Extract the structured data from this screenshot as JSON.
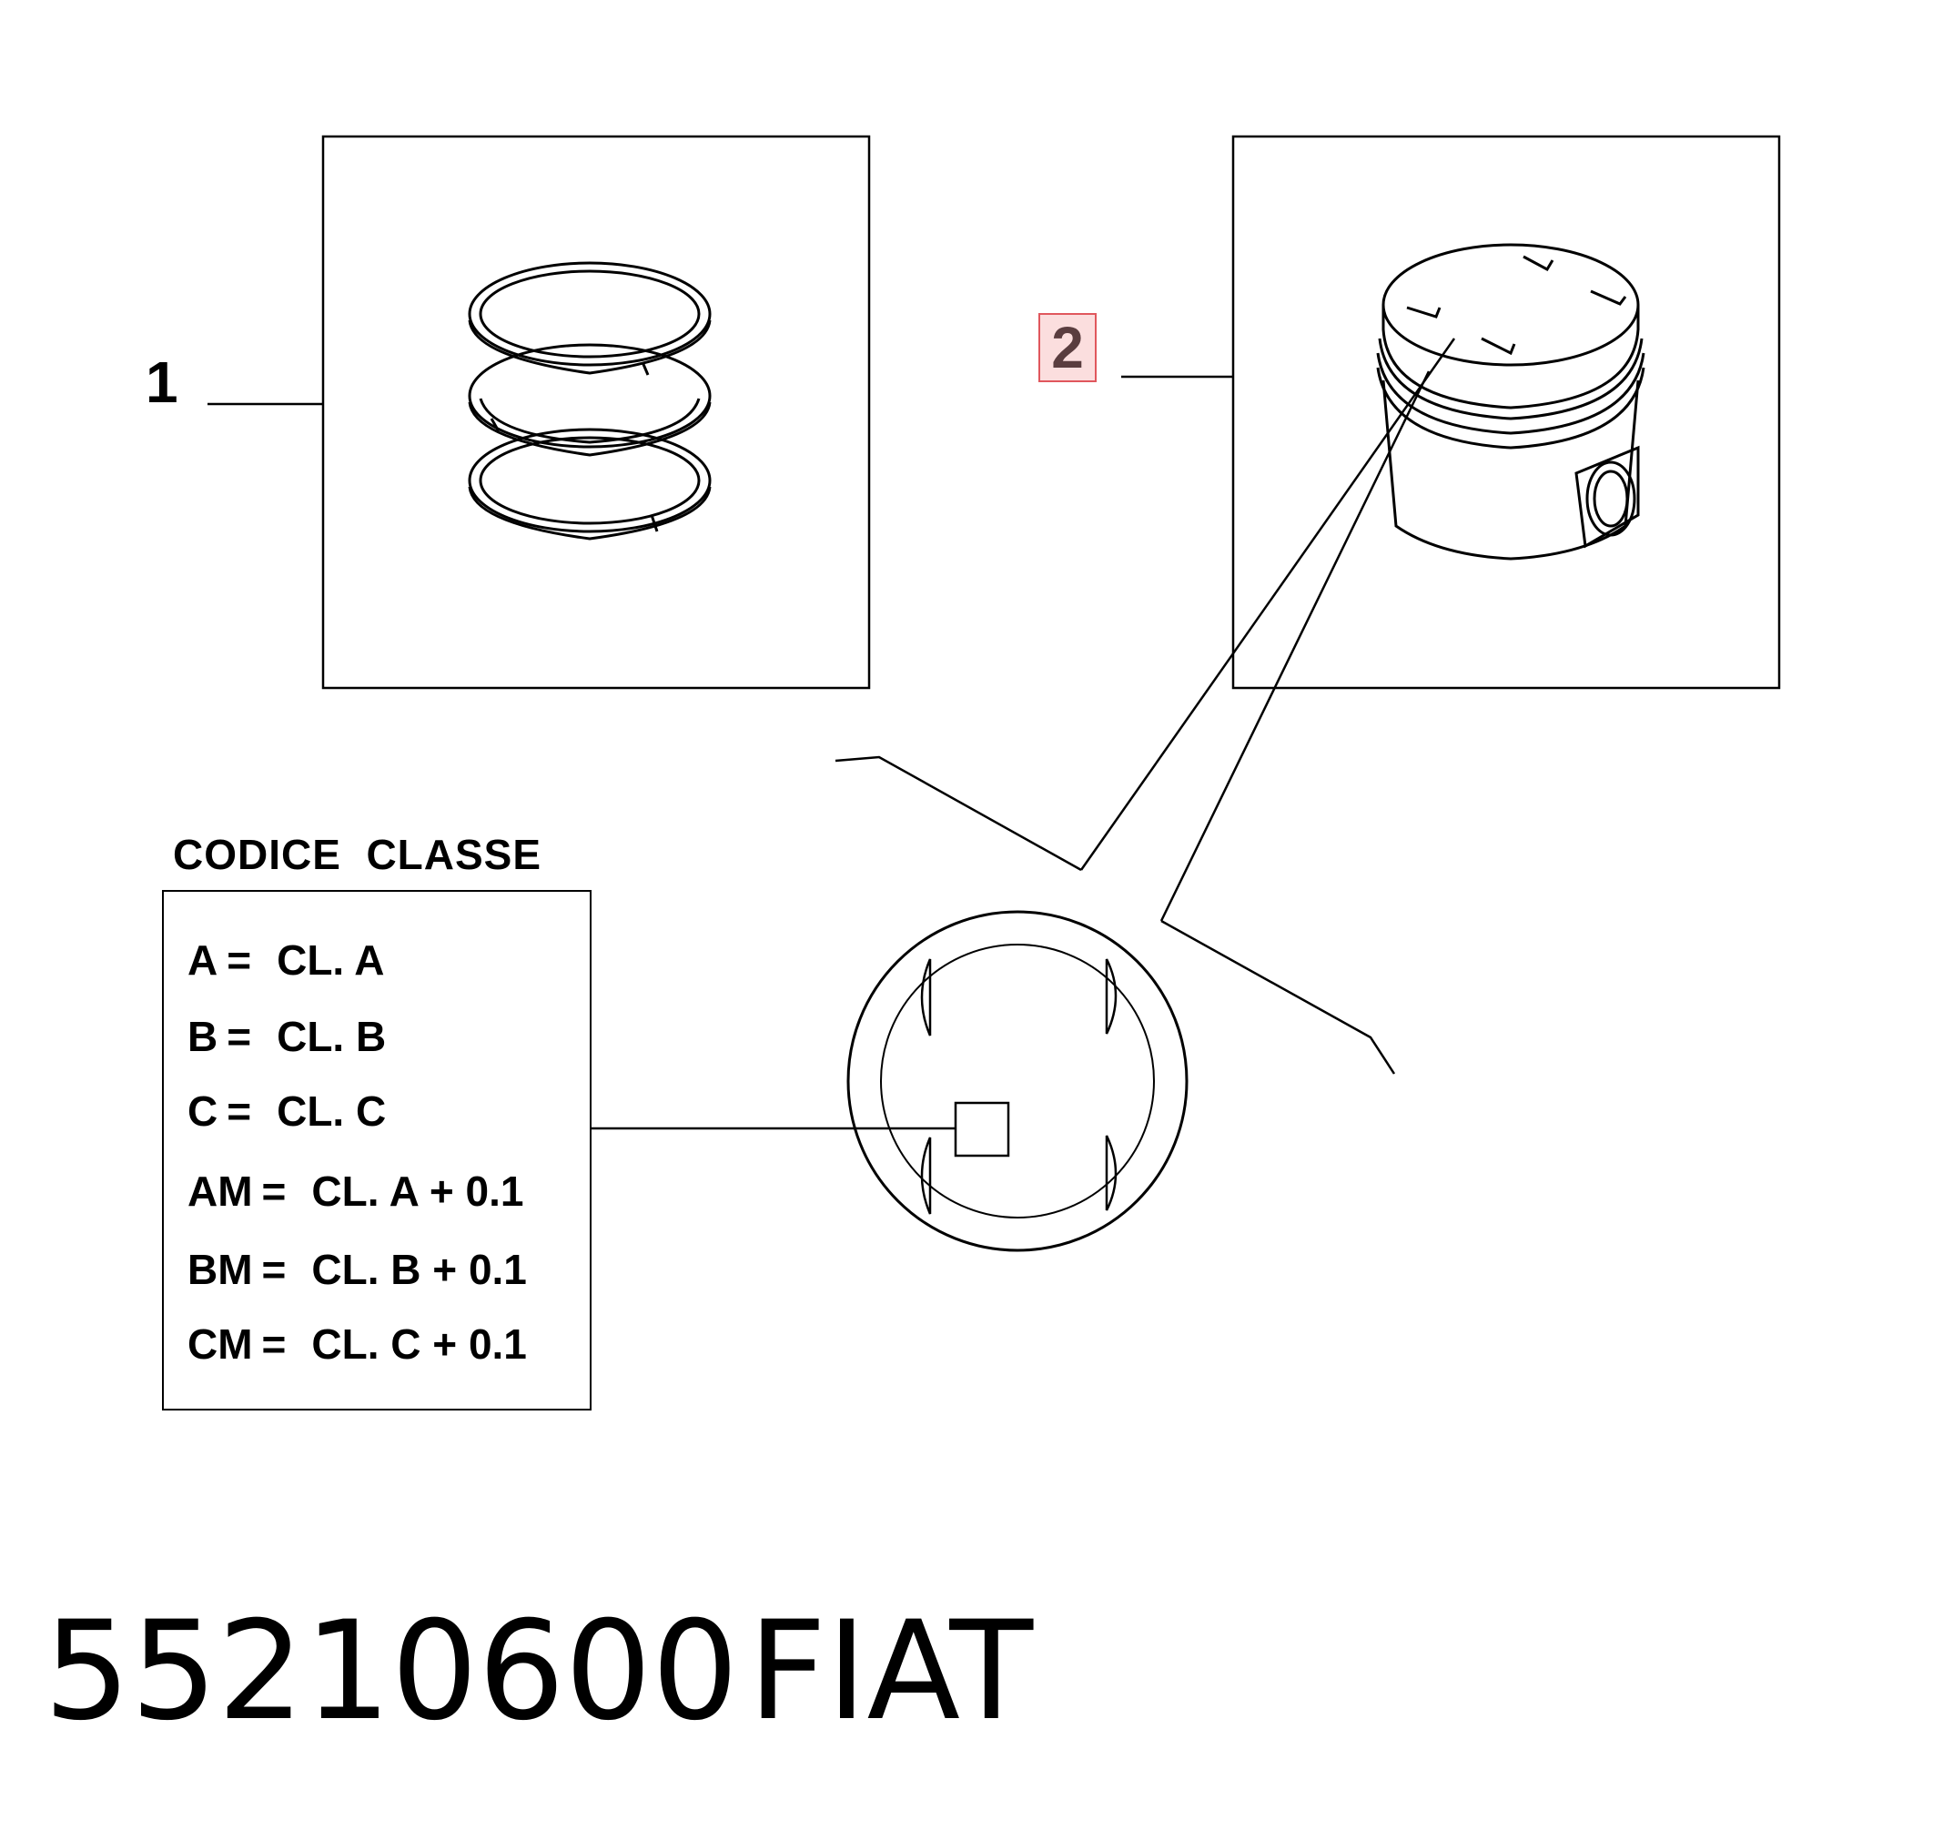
{
  "callouts": {
    "item_1": "1",
    "item_2": "2"
  },
  "legend": {
    "title": "CODICE  CLASSE",
    "rows": [
      {
        "code": "A",
        "value": "CL. A"
      },
      {
        "code": "B",
        "value": "CL. B"
      },
      {
        "code": "C",
        "value": "CL. C"
      },
      {
        "code": "AM",
        "value": "CL. A + 0.1"
      },
      {
        "code": "BM",
        "value": "CL. B + 0.1"
      },
      {
        "code": "CM",
        "value": "CL. C + 0.1"
      }
    ],
    "equals": "="
  },
  "footer": {
    "part_number": "55210600",
    "brand": "FIAT"
  },
  "colors": {
    "line": "#000000",
    "highlight_fill": "#fbdede",
    "highlight_border": "#e0575d"
  },
  "icons": {
    "rings": "piston-rings-icon",
    "piston": "piston-icon",
    "crown": "piston-crown-detail-icon"
  }
}
